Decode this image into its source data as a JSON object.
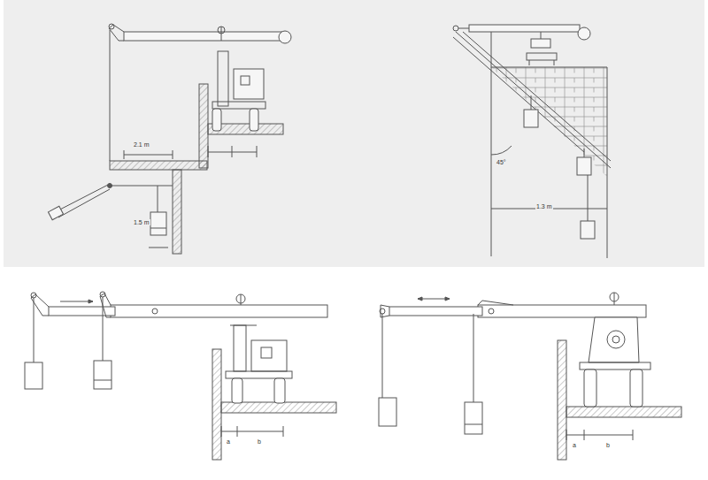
{
  "diagram": {
    "labels": [
      "2.1 m",
      "1.5 m",
      "45°",
      "1.3 m",
      "a",
      "b",
      "a",
      "b"
    ]
  }
}
